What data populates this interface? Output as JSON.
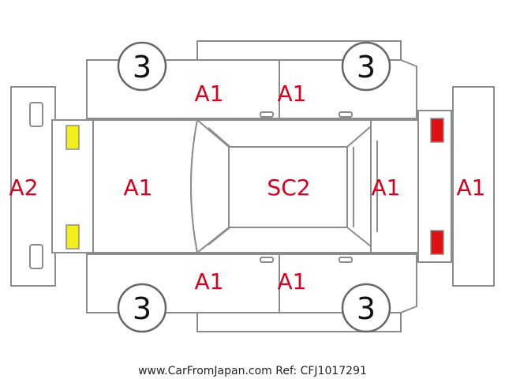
{
  "colors": {
    "damage_label": "#d8001c",
    "outline": "#8c8c8c",
    "front_lights": "#f2ef1c",
    "rear_lights": "#e01010"
  },
  "labels": {
    "front_bumper": "A2",
    "hood": "A1",
    "roof": "SC2",
    "rear_area": "A1",
    "rear_bumper": "A1",
    "upper_front_door": "A1",
    "upper_rear_door": "A1",
    "lower_front_door": "A1",
    "lower_rear_door": "A1"
  },
  "tires": {
    "top_left": "3",
    "top_right": "3",
    "bottom_left": "3",
    "bottom_right": "3"
  },
  "footer": "www.CarFromJapan.com Ref: CFJ1017291"
}
